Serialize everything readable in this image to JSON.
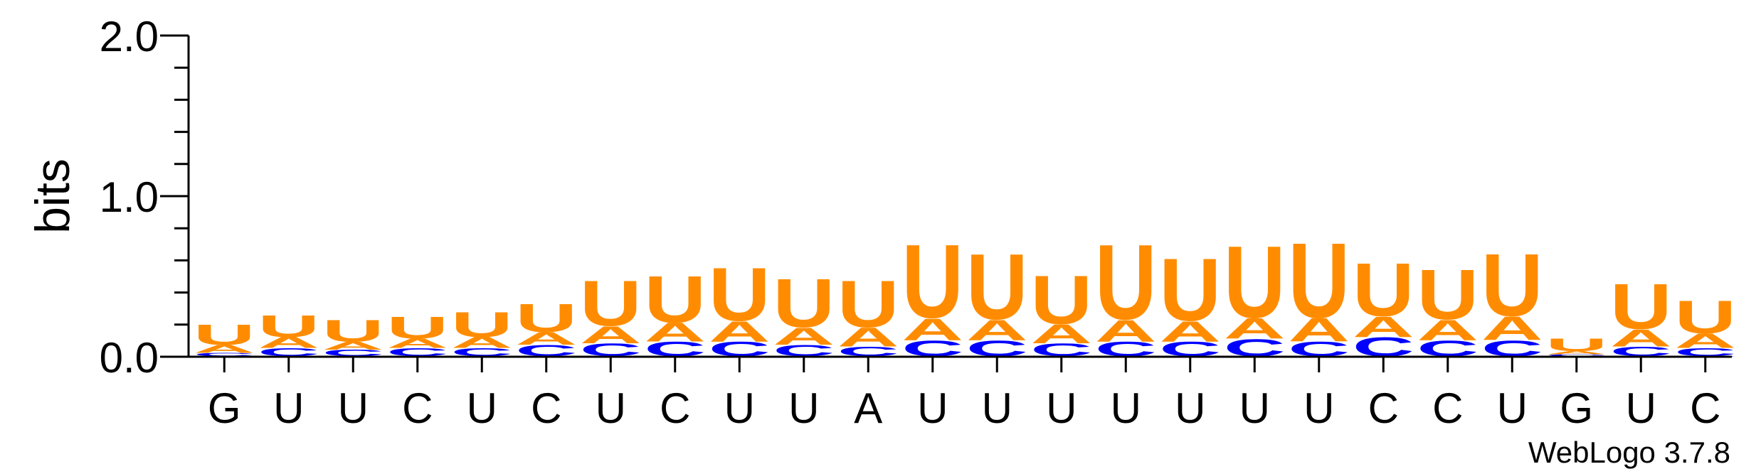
{
  "chart_data": {
    "type": "sequence-logo",
    "ylabel": "bits",
    "ylim": [
      0,
      2
    ],
    "ytick_labels": [
      "0.0",
      "1.0",
      "2.0"
    ],
    "credit": "WebLogo 3.7.8",
    "colors": {
      "U": "#FF8C00",
      "A": "#FF8C00",
      "C": "#0000FF",
      "G": "#0000FF"
    },
    "positions": [
      {
        "label": "G",
        "stack": [
          {
            "letter": "G",
            "bits": 0.005
          },
          {
            "letter": "C",
            "bits": 0.02
          },
          {
            "letter": "A",
            "bits": 0.05
          },
          {
            "letter": "U",
            "bits": 0.13
          }
        ]
      },
      {
        "label": "U",
        "stack": [
          {
            "letter": "G",
            "bits": 0.005
          },
          {
            "letter": "C",
            "bits": 0.05
          },
          {
            "letter": "A",
            "bits": 0.07
          },
          {
            "letter": "U",
            "bits": 0.14
          }
        ]
      },
      {
        "label": "U",
        "stack": [
          {
            "letter": "G",
            "bits": 0.005
          },
          {
            "letter": "C",
            "bits": 0.04
          },
          {
            "letter": "A",
            "bits": 0.05
          },
          {
            "letter": "U",
            "bits": 0.14
          }
        ]
      },
      {
        "label": "C",
        "stack": [
          {
            "letter": "G",
            "bits": 0.005
          },
          {
            "letter": "C",
            "bits": 0.05
          },
          {
            "letter": "A",
            "bits": 0.06
          },
          {
            "letter": "U",
            "bits": 0.14
          }
        ]
      },
      {
        "label": "U",
        "stack": [
          {
            "letter": "G",
            "bits": 0.005
          },
          {
            "letter": "C",
            "bits": 0.05
          },
          {
            "letter": "A",
            "bits": 0.07
          },
          {
            "letter": "U",
            "bits": 0.16
          }
        ]
      },
      {
        "label": "C",
        "stack": [
          {
            "letter": "G",
            "bits": 0.005
          },
          {
            "letter": "C",
            "bits": 0.07
          },
          {
            "letter": "A",
            "bits": 0.08
          },
          {
            "letter": "U",
            "bits": 0.18
          }
        ]
      },
      {
        "label": "U",
        "stack": [
          {
            "letter": "G",
            "bits": 0.005
          },
          {
            "letter": "C",
            "bits": 0.08
          },
          {
            "letter": "A",
            "bits": 0.11
          },
          {
            "letter": "U",
            "bits": 0.29
          }
        ]
      },
      {
        "label": "C",
        "stack": [
          {
            "letter": "G",
            "bits": 0.005
          },
          {
            "letter": "C",
            "bits": 0.09
          },
          {
            "letter": "A",
            "bits": 0.12
          },
          {
            "letter": "U",
            "bits": 0.3
          }
        ]
      },
      {
        "label": "U",
        "stack": [
          {
            "letter": "G",
            "bits": 0.005
          },
          {
            "letter": "C",
            "bits": 0.09
          },
          {
            "letter": "A",
            "bits": 0.13
          },
          {
            "letter": "U",
            "bits": 0.34
          }
        ]
      },
      {
        "label": "U",
        "stack": [
          {
            "letter": "G",
            "bits": 0.005
          },
          {
            "letter": "C",
            "bits": 0.07
          },
          {
            "letter": "A",
            "bits": 0.11
          },
          {
            "letter": "U",
            "bits": 0.31
          }
        ]
      },
      {
        "label": "A",
        "stack": [
          {
            "letter": "G",
            "bits": 0.005
          },
          {
            "letter": "C",
            "bits": 0.06
          },
          {
            "letter": "A",
            "bits": 0.12
          },
          {
            "letter": "U",
            "bits": 0.3
          }
        ]
      },
      {
        "label": "U",
        "stack": [
          {
            "letter": "G",
            "bits": 0.005
          },
          {
            "letter": "C",
            "bits": 0.1
          },
          {
            "letter": "A",
            "bits": 0.14
          },
          {
            "letter": "U",
            "bits": 0.47
          }
        ]
      },
      {
        "label": "U",
        "stack": [
          {
            "letter": "G",
            "bits": 0.005
          },
          {
            "letter": "C",
            "bits": 0.1
          },
          {
            "letter": "A",
            "bits": 0.13
          },
          {
            "letter": "U",
            "bits": 0.42
          }
        ]
      },
      {
        "label": "U",
        "stack": [
          {
            "letter": "G",
            "bits": 0.005
          },
          {
            "letter": "C",
            "bits": 0.08
          },
          {
            "letter": "A",
            "bits": 0.12
          },
          {
            "letter": "U",
            "bits": 0.31
          }
        ]
      },
      {
        "label": "U",
        "stack": [
          {
            "letter": "G",
            "bits": 0.005
          },
          {
            "letter": "C",
            "bits": 0.09
          },
          {
            "letter": "A",
            "bits": 0.14
          },
          {
            "letter": "U",
            "bits": 0.48
          }
        ]
      },
      {
        "label": "U",
        "stack": [
          {
            "letter": "G",
            "bits": 0.005
          },
          {
            "letter": "C",
            "bits": 0.09
          },
          {
            "letter": "A",
            "bits": 0.13
          },
          {
            "letter": "U",
            "bits": 0.4
          }
        ]
      },
      {
        "label": "U",
        "stack": [
          {
            "letter": "G",
            "bits": 0.005
          },
          {
            "letter": "C",
            "bits": 0.11
          },
          {
            "letter": "A",
            "bits": 0.13
          },
          {
            "letter": "U",
            "bits": 0.46
          }
        ]
      },
      {
        "label": "U",
        "stack": [
          {
            "letter": "G",
            "bits": 0.005
          },
          {
            "letter": "C",
            "bits": 0.09
          },
          {
            "letter": "A",
            "bits": 0.15
          },
          {
            "letter": "U",
            "bits": 0.48
          }
        ]
      },
      {
        "label": "C",
        "stack": [
          {
            "letter": "G",
            "bits": 0.005
          },
          {
            "letter": "C",
            "bits": 0.12
          },
          {
            "letter": "A",
            "bits": 0.13
          },
          {
            "letter": "U",
            "bits": 0.34
          }
        ]
      },
      {
        "label": "C",
        "stack": [
          {
            "letter": "G",
            "bits": 0.005
          },
          {
            "letter": "C",
            "bits": 0.1
          },
          {
            "letter": "A",
            "bits": 0.13
          },
          {
            "letter": "U",
            "bits": 0.32
          }
        ]
      },
      {
        "label": "U",
        "stack": [
          {
            "letter": "G",
            "bits": 0.005
          },
          {
            "letter": "C",
            "bits": 0.1
          },
          {
            "letter": "A",
            "bits": 0.15
          },
          {
            "letter": "U",
            "bits": 0.4
          }
        ]
      },
      {
        "label": "G",
        "stack": [
          {
            "letter": "G",
            "bits": 0.005
          },
          {
            "letter": "C",
            "bits": 0.01
          },
          {
            "letter": "A",
            "bits": 0.02
          },
          {
            "letter": "U",
            "bits": 0.08
          }
        ]
      },
      {
        "label": "U",
        "stack": [
          {
            "letter": "G",
            "bits": 0.005
          },
          {
            "letter": "C",
            "bits": 0.06
          },
          {
            "letter": "A",
            "bits": 0.11
          },
          {
            "letter": "U",
            "bits": 0.29
          }
        ]
      },
      {
        "label": "C",
        "stack": [
          {
            "letter": "G",
            "bits": 0.005
          },
          {
            "letter": "C",
            "bits": 0.05
          },
          {
            "letter": "A",
            "bits": 0.09
          },
          {
            "letter": "U",
            "bits": 0.21
          }
        ]
      }
    ]
  }
}
